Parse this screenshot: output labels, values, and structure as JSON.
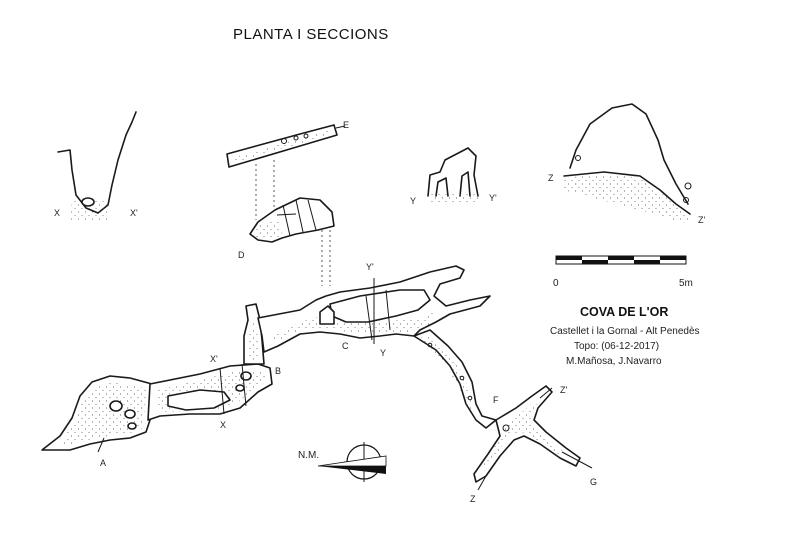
{
  "title": "PLANTA I SECCIONS",
  "cave": {
    "name": "COVA DE L'OR",
    "location": "Castellet i la Gornal - Alt Penedès",
    "survey": "Topo: (06-12-2017)",
    "authors": "M.Mañosa, J.Navarro"
  },
  "scale_bar": {
    "start_label": "0",
    "end_label": "5m"
  },
  "north_label": "N.M.",
  "labels": {
    "A": "A",
    "B": "B",
    "C": "C",
    "D": "D",
    "E": "E",
    "F": "F",
    "G": "G",
    "X": "X",
    "X_prime": "X'",
    "Y": "Y",
    "Y_prime": "Y'",
    "Z": "Z",
    "Z_prime": "Z'"
  }
}
